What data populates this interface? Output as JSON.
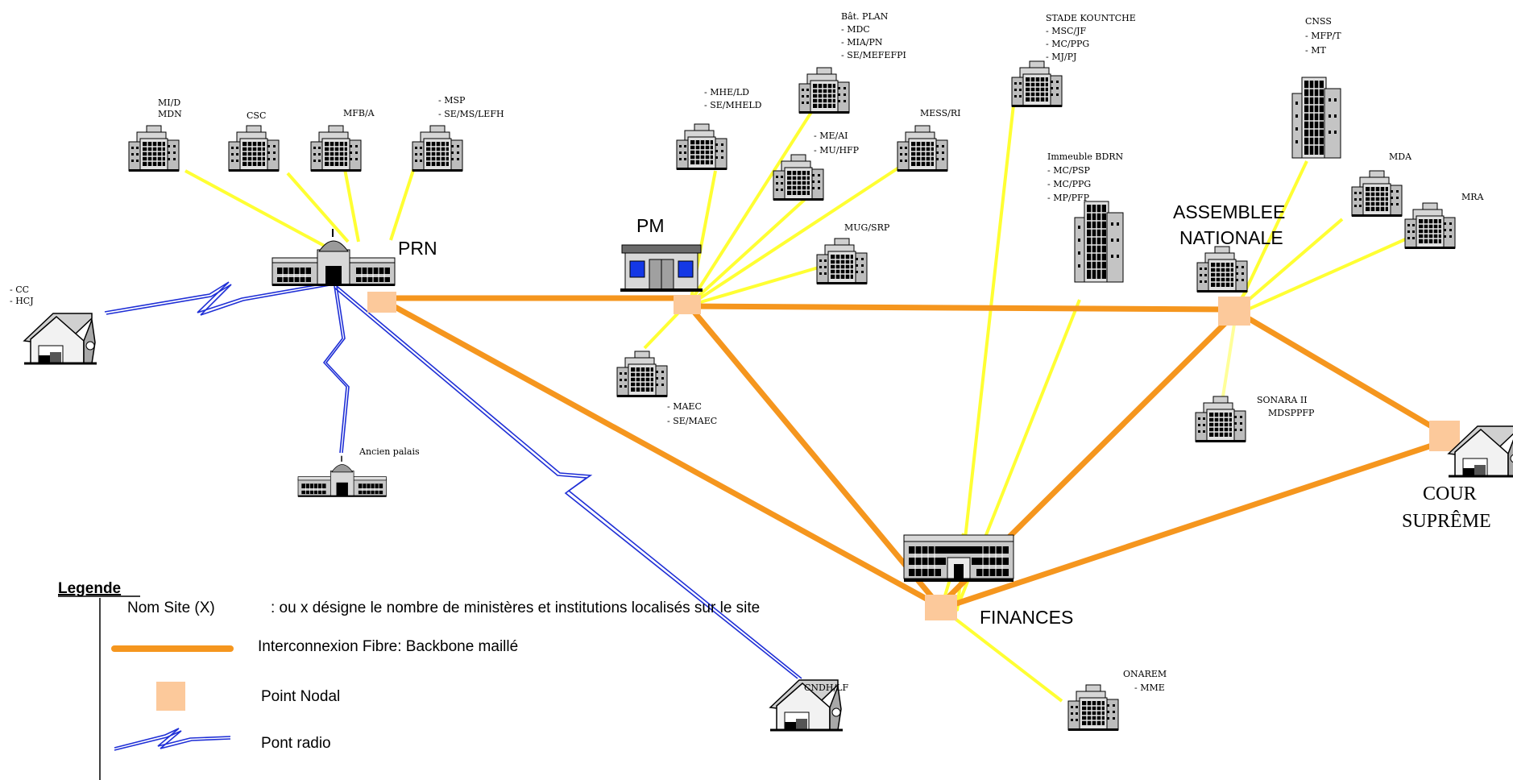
{
  "colors": {
    "fiber": "#f5961e",
    "yellow": "#ffff33",
    "paleyellow": "#ffff99",
    "radio": "#1f2fd6",
    "node": "#fcc99b"
  },
  "main_sites": {
    "prn": "PRN",
    "pm": "PM",
    "assemblee_line1": "ASSEMBLEE",
    "assemblee_line2": "NATIONALE",
    "finances": "FINANCES",
    "cour_line1": "COUR",
    "cour_line2": "SUPRÊME"
  },
  "sites": {
    "mi_d": [
      "MI/D",
      "MDN"
    ],
    "csc": [
      "CSC"
    ],
    "mfb_a": [
      "MFB/A"
    ],
    "msp": [
      "- MSP",
      "- SE/MS/LEFH"
    ],
    "cc": [
      "- CC",
      "- HCJ"
    ],
    "ancien": [
      "Ancien palais"
    ],
    "mhe": [
      "- MHE/LD",
      "- SE/MHELD"
    ],
    "bat_plan": [
      "Bât. PLAN",
      "- MDC",
      "- MIA/PN",
      "- SE/MEFEFPI"
    ],
    "me_ai": [
      "- ME/AI",
      "- MU/HFP"
    ],
    "mess": [
      "MESS/RI"
    ],
    "mug": [
      "MUG/SRP"
    ],
    "maec": [
      "- MAEC",
      "- SE/MAEC"
    ],
    "stade": [
      "STADE KOUNTCHE",
      "- MSC/JF",
      "- MC/PPG",
      "- MJ/PJ"
    ],
    "bdrn": [
      "Immeuble BDRN",
      "- MC/PSP",
      "- MC/PPG",
      "- MP/PFP"
    ],
    "cnss": [
      "CNSS",
      "- MFP/T",
      "- MT"
    ],
    "mda": [
      "MDA"
    ],
    "mra": [
      "MRA"
    ],
    "sonara": [
      "SONARA II",
      "MDSPPFP"
    ],
    "onarem": [
      "ONAREM",
      "- MME"
    ],
    "cndh": [
      "CNDH/LF"
    ]
  },
  "legend": {
    "title": "Legende",
    "nom_site": "Nom Site (X)",
    "nom_site_desc": ":  ou x désigne le nombre de ministères et institutions localisés sur le site",
    "fibre": "Interconnexion Fibre: Backbone maillé",
    "nodal": "Point Nodal",
    "radio": "Pont radio"
  }
}
